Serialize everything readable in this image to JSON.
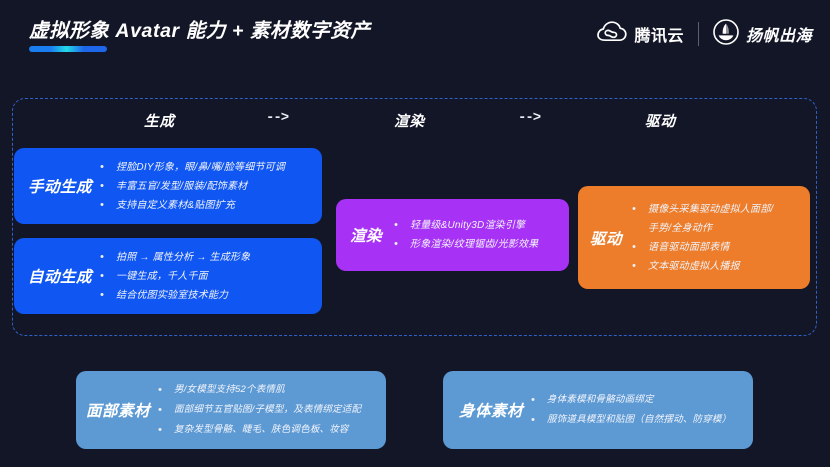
{
  "header": {
    "title": "虚拟形象 Avatar 能力 + 素材数字资产",
    "brand_primary": "腾讯云",
    "brand_secondary": "扬帆出海",
    "accent_gradient": [
      "#1a7ef0",
      "#22d9e6",
      "#1f67ea"
    ]
  },
  "pipeline": {
    "stages": [
      {
        "label": "生成"
      },
      {
        "label": "渲染"
      },
      {
        "label": "驱动"
      }
    ],
    "arrows": [
      "-->",
      "-->"
    ]
  },
  "cards": {
    "manual": {
      "label": "手动生成",
      "color": "#1056f2",
      "items": [
        "捏脸DIY形象，眼/鼻/嘴/脸等细节可调",
        "丰富五官/发型/服装/配饰素材",
        "支持自定义素材&贴图扩充"
      ]
    },
    "auto": {
      "label": "自动生成",
      "color": "#1056f2",
      "items": [
        "拍照 → 属性分析 → 生成形象",
        "一键生成，千人千面",
        "结合优图实验室技术能力"
      ]
    },
    "render": {
      "label": "渲染",
      "color": "#a732f6",
      "items": [
        "轻量级&Unity3D渲染引擎",
        "形象渲染/纹理锯齿/光影效果"
      ]
    },
    "drive": {
      "label": "驱动",
      "color": "#ed7d2a",
      "items": [
        "摄像头采集驱动虚拟人面部/",
        "手势/全身动作",
        "语音驱动面部表情",
        "文本驱动虚拟人播报"
      ]
    },
    "face_assets": {
      "label": "面部素材",
      "color": "#5d9ad4",
      "items": [
        "男/女模型支持52个表情肌",
        "面部细节五官贴图/子模型，及表情绑定适配",
        "复杂发型骨骼、睫毛、肤色调色板、妆容"
      ]
    },
    "body_assets": {
      "label": "身体素材",
      "color": "#5d9ad4",
      "items": [
        "身体素模和骨骼动画绑定",
        "服饰道具模型和贴图（自然摆动、防穿模）"
      ]
    }
  },
  "theme": {
    "background": "#131627",
    "dashed_border": "#2f62c7"
  }
}
